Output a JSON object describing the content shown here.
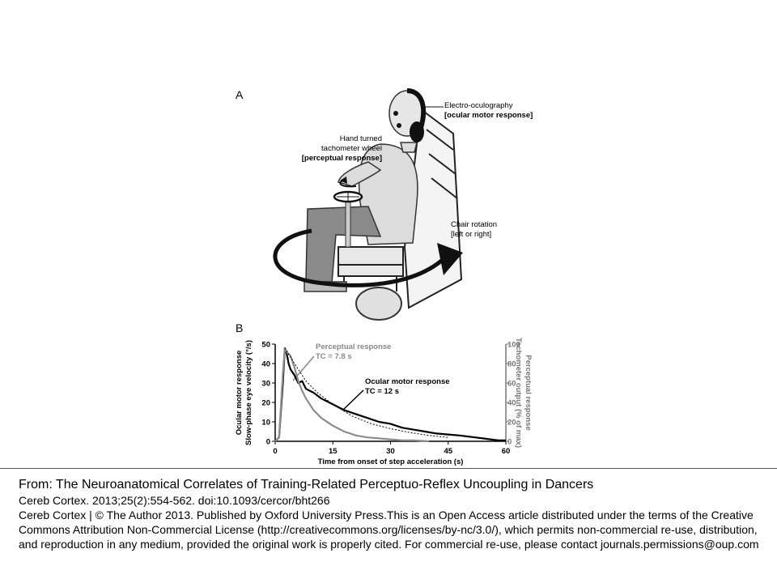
{
  "panels": {
    "a": "A",
    "b": "B"
  },
  "panel_a": {
    "eog_label": "Electro-oculography",
    "eog_sub": "[ocular motor response]",
    "tach_label_1": "Hand turned",
    "tach_label_2": "tachometer wheel",
    "tach_sub": "[perceptual response]",
    "chair_label": "Chair rotation",
    "chair_sub": "[left or right]"
  },
  "chart_data": {
    "type": "line",
    "xlabel": "Time from onset of step acceleration (s)",
    "ylabel_left_1": "Ocular motor response",
    "ylabel_left_2": "Slow-phase eye velocity (°/s)",
    "ylabel_right_1": "Perceptual response",
    "ylabel_right_2": "Tachometer output (% of max)",
    "xlim": [
      0,
      60
    ],
    "ylim_left": [
      0,
      50
    ],
    "ylim_right": [
      0,
      100
    ],
    "x_ticks": [
      "0",
      "15",
      "30",
      "45",
      "60"
    ],
    "y_ticks_left": [
      "0",
      "10",
      "20",
      "30",
      "40",
      "50"
    ],
    "y_ticks_right": [
      "0",
      "20",
      "40",
      "60",
      "80",
      "100"
    ],
    "annotations": {
      "perceptual": "Perceptual response",
      "perceptual_tc": "TC = 7.8 s",
      "ocular": "Ocular motor response",
      "ocular_tc": "TC = 12 s"
    },
    "series": [
      {
        "name": "Ocular motor response",
        "color": "#000000",
        "x": [
          0,
          1,
          2,
          2.5,
          3,
          3.5,
          4,
          5,
          6,
          7,
          8,
          10,
          12,
          15,
          18,
          21,
          24,
          27,
          30,
          33,
          36,
          39,
          42,
          45,
          48,
          50,
          52,
          54,
          56,
          58,
          60
        ],
        "y": [
          0,
          2,
          30,
          48,
          45,
          40,
          37,
          34,
          30,
          31,
          27,
          25,
          22,
          19,
          16,
          14,
          12,
          10,
          9,
          7,
          6,
          5,
          4,
          3.5,
          3,
          2.5,
          2,
          1.5,
          1,
          0.5,
          0.5
        ]
      },
      {
        "name": "Perceptual response",
        "color": "#8c8c8c",
        "x": [
          0,
          1,
          2,
          2.5,
          3,
          4,
          5,
          6,
          7,
          8,
          10,
          12,
          15,
          18,
          21,
          24,
          27,
          30,
          33,
          36,
          40
        ],
        "y": [
          0,
          4,
          70,
          96,
          92,
          88,
          76,
          62,
          52,
          44,
          32,
          24,
          16,
          10,
          6,
          4,
          3,
          2,
          1,
          1,
          0
        ]
      },
      {
        "name": "TC fit",
        "color": "#000000",
        "dashed": true,
        "x": [
          2.5,
          5,
          8,
          11,
          15,
          20,
          25,
          30,
          35,
          40,
          45
        ],
        "y": [
          48,
          40,
          31,
          25,
          19,
          13,
          9,
          6.5,
          4.5,
          3,
          2
        ]
      }
    ]
  },
  "caption": {
    "title": "From: The Neuroanatomical Correlates of Training-Related Perceptuo-Reflex Uncoupling in Dancers",
    "citation": "Cereb Cortex. 2013;25(2):554-562. doi:10.1093/cercor/bht266",
    "license": "Cereb Cortex | © The Author 2013. Published by Oxford University Press.This is an Open Access article distributed under the terms of the Creative Commons Attribution Non-Commercial License (http://creativecommons.org/licenses/by-nc/3.0/),  which permits non-commercial re-use, distribution, and reproduction in any medium, provided the original work is properly cited. For commercial re-use, please contact journals.permissions@oup.com"
  }
}
